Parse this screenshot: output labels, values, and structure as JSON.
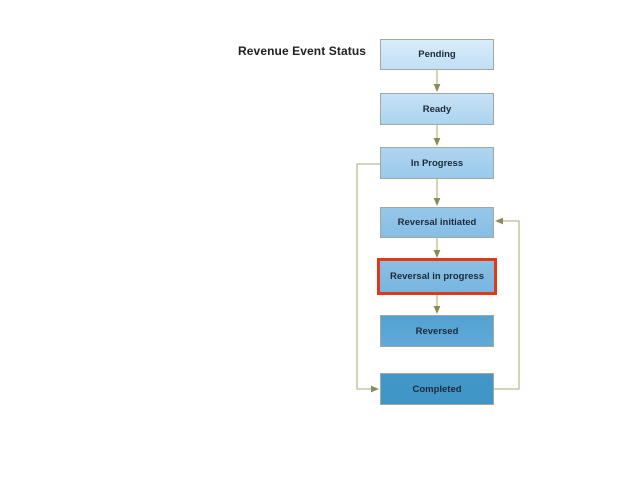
{
  "diagram": {
    "title": "Revenue Event Status",
    "nodes": [
      {
        "id": "pending",
        "label": "Pending",
        "highlighted": false
      },
      {
        "id": "ready",
        "label": "Ready",
        "highlighted": false
      },
      {
        "id": "in-progress",
        "label": "In Progress",
        "highlighted": false
      },
      {
        "id": "reversal-initiated",
        "label": "Reversal initiated",
        "highlighted": false
      },
      {
        "id": "reversal-in-progress",
        "label": "Reversal in progress",
        "highlighted": true
      },
      {
        "id": "reversed",
        "label": "Reversed",
        "highlighted": false
      },
      {
        "id": "completed",
        "label": "Completed",
        "highlighted": false
      }
    ],
    "flows": [
      {
        "from": "Pending",
        "to": "Ready"
      },
      {
        "from": "Ready",
        "to": "In Progress"
      },
      {
        "from": "In Progress",
        "to": "Reversal initiated"
      },
      {
        "from": "Reversal initiated",
        "to": "Reversal in progress"
      },
      {
        "from": "Reversal in progress",
        "to": "Reversed"
      },
      {
        "from": "In Progress",
        "to": "Completed"
      },
      {
        "from": "Completed",
        "to": "Reversal initiated"
      }
    ]
  },
  "palette": {
    "highlight": "#e23818",
    "connector": "#bdb990",
    "arrowhead": "#8e8c55",
    "node-border": "#a2a89c",
    "node-text": "#1c2a3a",
    "title-text": "#231f20",
    "node1-top": "#d9ecfa",
    "node1-bottom": "#c1dff5",
    "node2-top": "#c6e2f6",
    "node2-bottom": "#abd4ef",
    "node3-top": "#aed5f0",
    "node3-bottom": "#9acaeb",
    "node4-top": "#96c7e9",
    "node4-bottom": "#86bee5",
    "node5-top": "#89c0e5",
    "node5-bottom": "#78b5df",
    "node6-top": "#53a2d3",
    "node6-bottom": "#60a9d7",
    "node7-top": "#4297c9",
    "node7-bottom": "#4095c7"
  }
}
